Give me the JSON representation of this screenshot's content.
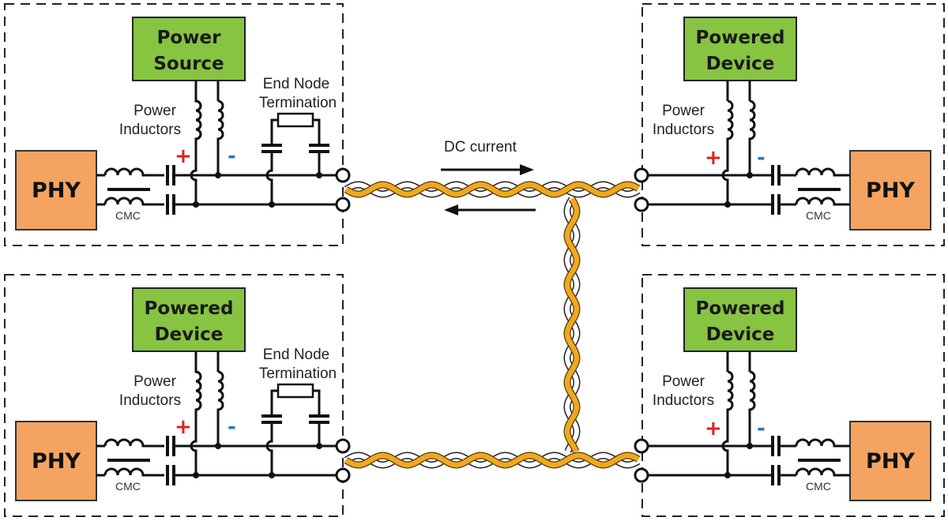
{
  "colors": {
    "green_box": "#86c442",
    "phy_box": "#f4a460",
    "cable_orange": "#f0a820",
    "cable_white": "#ffffff",
    "plus": "#e02020",
    "minus": "#2a7ab8"
  },
  "cable": {
    "label": "DC current",
    "arrows": [
      "right-arrow",
      "left-arrow"
    ]
  },
  "nodes": [
    {
      "id": "top-left",
      "side": "left",
      "supply_line1": "Power",
      "supply_line2": "Source",
      "phy": "PHY",
      "cmc": "CMC",
      "inductors_line1": "Power",
      "inductors_line2": "Inductors",
      "plus": "+",
      "minus": "-",
      "termination": true,
      "term_line1": "End Node",
      "term_line2": "Termination"
    },
    {
      "id": "bottom-left",
      "side": "left",
      "supply_line1": "Powered",
      "supply_line2": "Device",
      "phy": "PHY",
      "cmc": "CMC",
      "inductors_line1": "Power",
      "inductors_line2": "Inductors",
      "plus": "+",
      "minus": "-",
      "termination": true,
      "term_line1": "End Node",
      "term_line2": "Termination"
    },
    {
      "id": "top-right",
      "side": "right",
      "supply_line1": "Powered",
      "supply_line2": "Device",
      "phy": "PHY",
      "cmc": "CMC",
      "inductors_line1": "Power",
      "inductors_line2": "Inductors",
      "plus": "+",
      "minus": "-",
      "termination": false
    },
    {
      "id": "bottom-right",
      "side": "right",
      "supply_line1": "Powered",
      "supply_line2": "Device",
      "phy": "PHY",
      "cmc": "CMC",
      "inductors_line1": "Power",
      "inductors_line2": "Inductors",
      "plus": "+",
      "minus": "-",
      "termination": false
    }
  ]
}
